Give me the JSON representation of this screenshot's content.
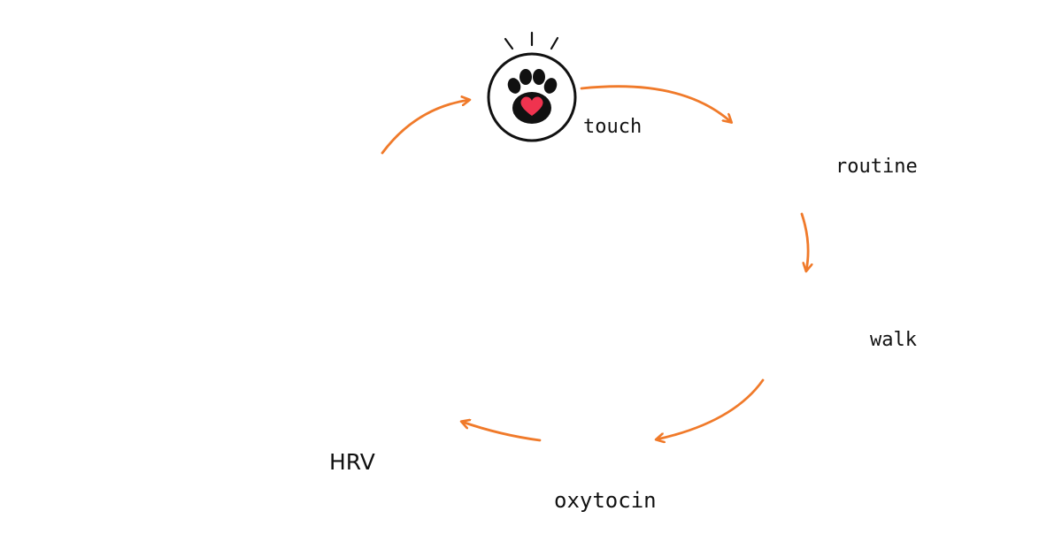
{
  "labels": {
    "touch": "touch",
    "routine": "routine",
    "walk": "walk",
    "oxytocin": "oxytocin",
    "hrv": "HRV"
  },
  "colors": {
    "arrow": "#F07A2A",
    "heart": "#F0334F",
    "heart_pink": "#F25B73",
    "cloud": "#6FB1E0",
    "node": "#6BA7DA",
    "ink": "#111111"
  },
  "icons": [
    "paw-icon",
    "clock-icon",
    "tree-icon",
    "cloud-icon",
    "pawprint-icon",
    "molecule-icon",
    "heart-icon",
    "monitor-icon"
  ]
}
